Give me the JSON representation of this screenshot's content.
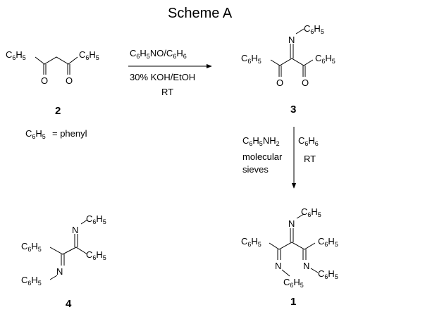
{
  "title": "Scheme A",
  "phenyl_note": {
    "formula": "C6H5",
    "text": "= phenyl"
  },
  "compounds": {
    "c2": {
      "number": "2",
      "left": "C6H5",
      "right": "C6H5",
      "o1": "O",
      "o2": "O"
    },
    "c3": {
      "number": "3",
      "n": "N",
      "n_sub": "C6H5",
      "left": "C6H5",
      "right": "C6H5",
      "o1": "O",
      "o2": "O"
    },
    "c4": {
      "number": "4",
      "n_top": "N",
      "n_top_sub": "C6H5",
      "left": "C6H5",
      "right": "C6H5",
      "n_bottom": "N",
      "n_bottom_sub": "C6H5"
    },
    "c1": {
      "number": "1",
      "n_top": "N",
      "n_top_sub": "C6H5",
      "left": "C6H5",
      "right": "C6H5",
      "n_left": "N",
      "n_left_sub": "C6H5",
      "n_right": "N",
      "n_right_sub": "C6H5"
    }
  },
  "reaction1": {
    "reagent_top": "C6H5NO/C6H6",
    "reagent_middle": "30% KOH/EtOH",
    "reagent_bottom": "RT"
  },
  "reaction2": {
    "reagent_left_1": "C6H5NH2",
    "reagent_left_2": "molecular",
    "reagent_left_3": "sieves",
    "reagent_right_1": "C6H6",
    "reagent_right_2": "RT"
  }
}
